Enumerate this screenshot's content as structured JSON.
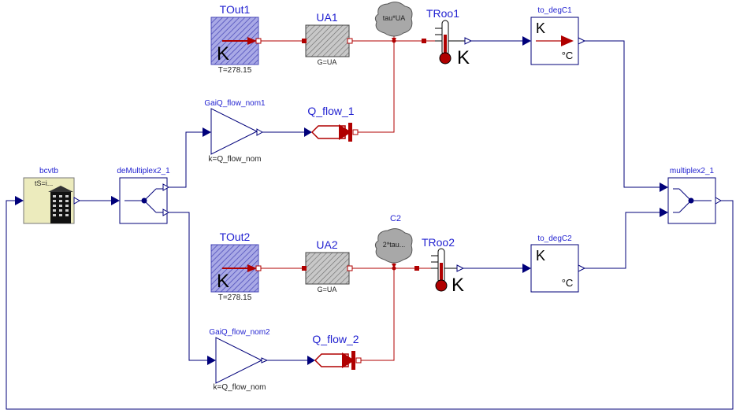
{
  "tout1": {
    "name": "TOut1",
    "param": "T=278.15",
    "unit": "K"
  },
  "tout2": {
    "name": "TOut2",
    "param": "T=278.15",
    "unit": "K"
  },
  "ua1": {
    "name": "UA1",
    "param": "G=UA"
  },
  "ua2": {
    "name": "UA2",
    "param": "G=UA"
  },
  "c1": {
    "param": "tau*UA"
  },
  "c2": {
    "name": "C2",
    "param": "2*tau..."
  },
  "troo1": {
    "name": "TRoo1",
    "unit": "K"
  },
  "troo2": {
    "name": "TRoo2",
    "unit": "K"
  },
  "todegc1": {
    "name": "to_degC1",
    "in_unit": "K",
    "out_unit": "°C"
  },
  "todegc2": {
    "name": "to_degC2",
    "in_unit": "K",
    "out_unit": "°C"
  },
  "gain1": {
    "name": "GaiQ_flow_nom1",
    "param": "k=Q_flow_nom"
  },
  "gain2": {
    "name": "GaiQ_flow_nom2",
    "param": "k=Q_flow_nom"
  },
  "qflow1": {
    "name": "Q_flow_1"
  },
  "qflow2": {
    "name": "Q_flow_2"
  },
  "bcvtb": {
    "name": "bcvtb",
    "param": "tS=i..."
  },
  "demux": {
    "name": "deMultiplex2_1"
  },
  "mux": {
    "name": "multiplex2_1"
  },
  "colors": {
    "thermal": "#b00000",
    "signal": "#00007a",
    "label": "#1f1fd0"
  }
}
